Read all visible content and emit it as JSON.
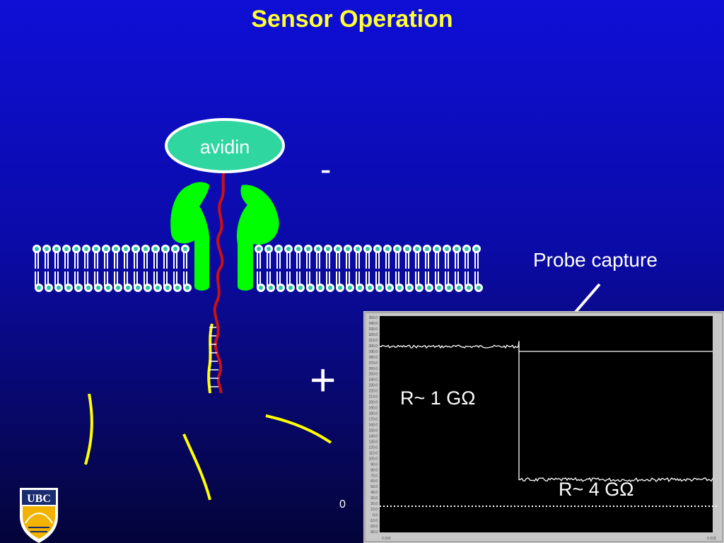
{
  "title": "Sensor Operation",
  "avidin_label": "avidin",
  "minus_sign": "-",
  "plus_sign": "+",
  "probe_label": "Probe capture",
  "slide_number": "0",
  "r_high": "R~ 1 GΩ",
  "r_low": "R~ 4 GΩ",
  "logo_text": "UBC",
  "colors": {
    "title": "#ffff33",
    "avidin_fill": "#2fd6a0",
    "channel_protein": "#00ff00",
    "dna_probe": "#cc1111",
    "target_strand": "#ffff00",
    "lipid_head": "#23c9a0",
    "trace": "#ffffff"
  },
  "chart_data": {
    "type": "line",
    "title": "",
    "xlabel": "",
    "ylabel": "",
    "step_event": "Probe capture",
    "y_tick_labels": [
      "350.0",
      "340.0",
      "330.0",
      "320.0",
      "310.0",
      "300.0",
      "290.0",
      "280.0",
      "270.0",
      "260.0",
      "250.0",
      "240.0",
      "230.0",
      "220.0",
      "210.0",
      "200.0",
      "190.0",
      "180.0",
      "170.0",
      "160.0",
      "150.0",
      "140.0",
      "130.0",
      "120.0",
      "110.0",
      "100.0",
      "90.0",
      "80.0",
      "70.0",
      "60.0",
      "50.0",
      "40.0",
      "30.0",
      "20.0",
      "10.0",
      "0.0",
      "-10.0",
      "-20.0",
      "-30.0"
    ],
    "series": [
      {
        "values_before_step": 300,
        "values_after_step": 60
      }
    ],
    "levels": [
      {
        "label": "R~ 1 GΩ",
        "y": 300
      },
      {
        "label": "R~ 4 GΩ",
        "y": 60
      }
    ],
    "baseline_y": 0,
    "ylim": [
      -35,
      355
    ]
  }
}
